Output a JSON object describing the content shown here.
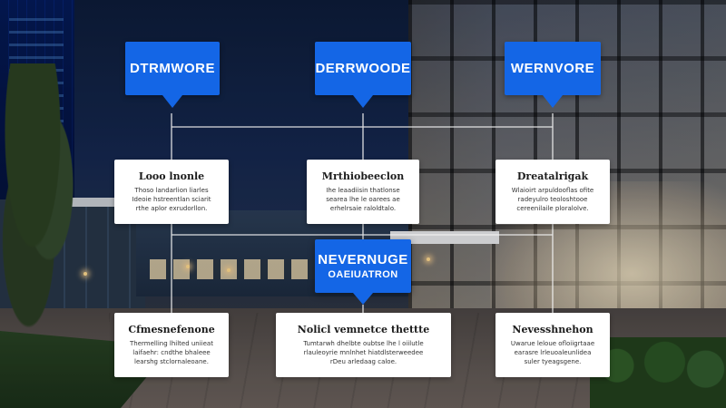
{
  "diagram": {
    "headers": [
      {
        "label": "DTRMWORE"
      },
      {
        "label": "DERRWOODE"
      },
      {
        "label": "WERNVORE"
      }
    ],
    "hub": {
      "title": "NEVERNUGE",
      "subtitle": "OAEIUATRON"
    },
    "top_cards": [
      {
        "title": "Looo lnonle",
        "body": "Thoso landarlion liarles\nIdeoie hstreentlan sciarit\nrthe aplor exrudorllon."
      },
      {
        "title": "Mrthiobeeclon",
        "body": "Ihe leaadiisin thatlonse\nsearea lhe le oarees ae\nerhelrsaie raloldtalo."
      },
      {
        "title": "Dreatalrigak",
        "body": "Wlaioirt arpuldooflas ofite\nradeyulro teoloshtooe\ncereenilaile ploralolve."
      }
    ],
    "bottom_cards": [
      {
        "title": "Cfmesnefenone",
        "body": "Thermelling lhilted uniieat\nlaifaehr: cndthe bhaleee\nlearshg stclornaleoane."
      },
      {
        "title": "Nolicl vemnetce thettte",
        "body": "Tumtarwh dhelbte oubtse lhe l oiilutle\nrlauleoyrie mnlnhet hiatdlsterweedee\nrDeu arledaag caloe."
      },
      {
        "title": "Nevesshnehon",
        "body": "Uwarue leloue ofloiigrtaae\nearasre lrleuoaleunlidea\nsuler tyeagsgene."
      }
    ]
  }
}
